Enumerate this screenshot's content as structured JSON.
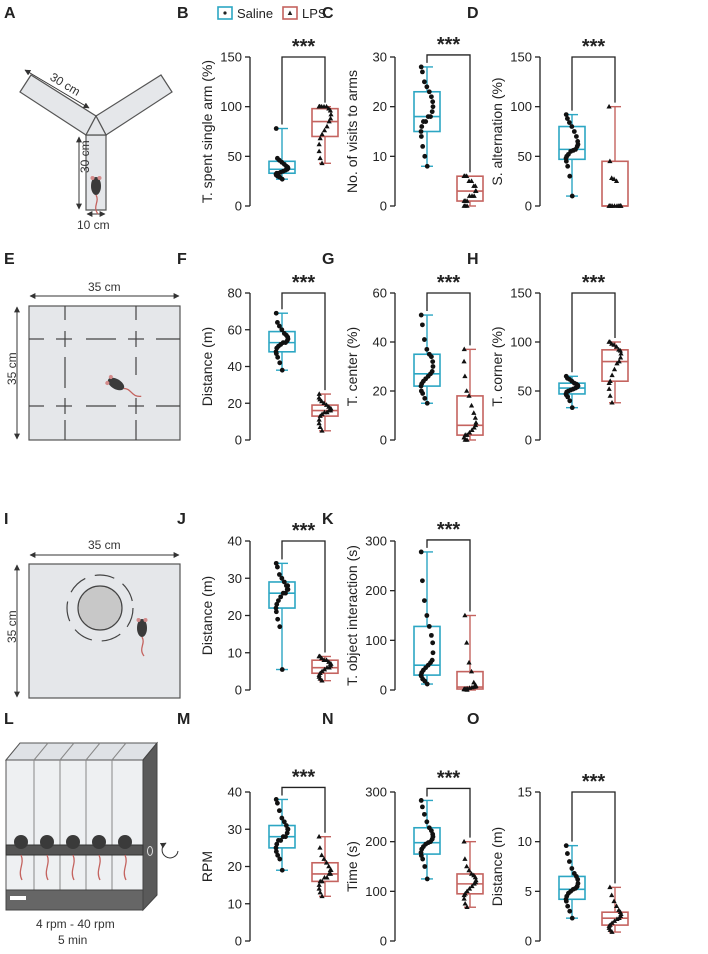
{
  "legend": {
    "saline": "Saline",
    "lps": "LPS",
    "saline_color": "#2ca6c3",
    "lps_color": "#c4635f",
    "saline_marker": "circle",
    "lps_marker": "triangle"
  },
  "diagrams": {
    "ymaze": {
      "label": "A",
      "arm_length": "30 cm",
      "stem_length": "30 cm",
      "arm_width": "10 cm"
    },
    "openfield": {
      "label": "E",
      "width": "35 cm",
      "height": "35 cm"
    },
    "object": {
      "label": "I",
      "width": "35 cm",
      "height": "35 cm"
    },
    "rotarod": {
      "label": "L",
      "speed": "4 rpm - 40 rpm",
      "duration": "5 min"
    }
  },
  "chart_data": [
    {
      "label": "B",
      "type": "box",
      "ylabel": "T. spent single arm (%)",
      "ylim": [
        0,
        150
      ],
      "yticks": [
        0,
        50,
        100,
        150
      ],
      "significance": "***",
      "series": [
        {
          "name": "Saline",
          "min": 27,
          "q1": 33,
          "median": 37,
          "q3": 45,
          "max": 78,
          "points": [
            27,
            29,
            30,
            31,
            32,
            33,
            33,
            34,
            35,
            36,
            37,
            38,
            39,
            40,
            42,
            44,
            46,
            48,
            78
          ]
        },
        {
          "name": "LPS",
          "min": 43,
          "q1": 70,
          "median": 85,
          "q3": 98,
          "max": 100,
          "points": [
            43,
            48,
            55,
            62,
            68,
            72,
            76,
            80,
            85,
            88,
            92,
            96,
            98,
            100,
            100,
            100,
            100,
            100,
            100
          ]
        }
      ]
    },
    {
      "label": "C",
      "type": "box",
      "ylabel": "No. of visits to arms",
      "ylim": [
        0,
        30
      ],
      "yticks": [
        0,
        10,
        20,
        30
      ],
      "significance": "***",
      "series": [
        {
          "name": "Saline",
          "min": 8,
          "q1": 15,
          "median": 18,
          "q3": 23,
          "max": 28,
          "points": [
            8,
            10,
            12,
            14,
            15,
            16,
            17,
            17,
            18,
            18,
            19,
            20,
            21,
            22,
            23,
            24,
            25,
            27,
            28
          ]
        },
        {
          "name": "LPS",
          "min": 0,
          "q1": 1,
          "median": 3,
          "q3": 6,
          "max": 6,
          "points": [
            0,
            0,
            0,
            1,
            1,
            1,
            2,
            2,
            2,
            3,
            3,
            4,
            4,
            5,
            5,
            6,
            6,
            6
          ]
        }
      ]
    },
    {
      "label": "D",
      "type": "box",
      "ylabel": "S. alternation (%)",
      "ylim": [
        0,
        150
      ],
      "yticks": [
        0,
        50,
        100,
        150
      ],
      "significance": "***",
      "series": [
        {
          "name": "Saline",
          "min": 10,
          "q1": 47,
          "median": 57,
          "q3": 80,
          "max": 92,
          "points": [
            10,
            30,
            40,
            45,
            48,
            50,
            52,
            55,
            56,
            57,
            60,
            62,
            65,
            70,
            75,
            80,
            84,
            88,
            92
          ]
        },
        {
          "name": "LPS",
          "min": 0,
          "q1": 0,
          "median": 0,
          "q3": 45,
          "max": 100,
          "points": [
            0,
            0,
            0,
            0,
            0,
            0,
            0,
            0,
            0,
            0,
            0,
            0,
            0,
            25,
            27,
            28,
            45,
            100
          ]
        }
      ]
    },
    {
      "label": "F",
      "type": "box",
      "ylabel": "Distance (m)",
      "ylim": [
        0,
        80
      ],
      "yticks": [
        0,
        20,
        40,
        60,
        80
      ],
      "significance": "***",
      "series": [
        {
          "name": "Saline",
          "min": 38,
          "q1": 48,
          "median": 53,
          "q3": 59,
          "max": 69,
          "points": [
            38,
            42,
            45,
            47,
            48,
            50,
            51,
            52,
            53,
            53,
            54,
            55,
            56,
            57,
            58,
            60,
            62,
            64,
            69
          ]
        },
        {
          "name": "LPS",
          "min": 5,
          "q1": 13,
          "median": 16,
          "q3": 19,
          "max": 25,
          "points": [
            5,
            7,
            9,
            11,
            13,
            14,
            15,
            15,
            16,
            16,
            17,
            17,
            18,
            19,
            20,
            21,
            22,
            23,
            25
          ]
        }
      ]
    },
    {
      "label": "G",
      "type": "box",
      "ylabel": "T. center (%)",
      "ylim": [
        0,
        60
      ],
      "yticks": [
        0,
        20,
        40,
        60
      ],
      "significance": "***",
      "series": [
        {
          "name": "Saline",
          "min": 15,
          "q1": 22,
          "median": 27,
          "q3": 35,
          "max": 51,
          "points": [
            15,
            17,
            19,
            20,
            22,
            23,
            24,
            25,
            26,
            27,
            28,
            30,
            32,
            34,
            35,
            37,
            41,
            47,
            51
          ]
        },
        {
          "name": "LPS",
          "min": 0,
          "q1": 2,
          "median": 6,
          "q3": 18,
          "max": 37,
          "points": [
            0,
            0,
            1,
            1,
            2,
            2,
            3,
            4,
            5,
            6,
            7,
            9,
            11,
            14,
            18,
            20,
            26,
            32,
            37
          ]
        }
      ]
    },
    {
      "label": "H",
      "type": "box",
      "ylabel": "T. corner (%)",
      "ylim": [
        0,
        150
      ],
      "yticks": [
        0,
        50,
        100,
        150
      ],
      "significance": "***",
      "series": [
        {
          "name": "Saline",
          "min": 33,
          "q1": 47,
          "median": 53,
          "q3": 58,
          "max": 65,
          "points": [
            33,
            40,
            44,
            46,
            47,
            49,
            50,
            51,
            52,
            53,
            54,
            55,
            56,
            57,
            58,
            60,
            62,
            63,
            65
          ]
        },
        {
          "name": "LPS",
          "min": 38,
          "q1": 60,
          "median": 80,
          "q3": 92,
          "max": 100,
          "points": [
            38,
            45,
            52,
            58,
            60,
            66,
            72,
            78,
            80,
            84,
            88,
            91,
            92,
            95,
            97,
            98,
            100,
            100
          ]
        }
      ]
    },
    {
      "label": "J",
      "type": "box",
      "ylabel": "Distance (m)",
      "ylim": [
        0,
        40
      ],
      "yticks": [
        0,
        10,
        20,
        30,
        40
      ],
      "significance": "***",
      "series": [
        {
          "name": "Saline",
          "min": 5.5,
          "q1": 22,
          "median": 26,
          "q3": 29,
          "max": 34,
          "points": [
            5.5,
            17,
            19,
            21,
            22,
            23,
            24,
            25,
            26,
            26,
            27,
            27,
            28,
            28,
            29,
            30,
            31,
            33,
            34
          ]
        },
        {
          "name": "LPS",
          "min": 2.5,
          "q1": 4.5,
          "median": 6,
          "q3": 8,
          "max": 9,
          "points": [
            2.5,
            3,
            3.5,
            4,
            4.5,
            5,
            5.5,
            6,
            6,
            6.5,
            7,
            7,
            7.5,
            8,
            8,
            8.5,
            9,
            9
          ]
        }
      ]
    },
    {
      "label": "K",
      "type": "box",
      "ylabel": "T. object interaction (s)",
      "ylim": [
        0,
        300
      ],
      "yticks": [
        0,
        100,
        200,
        300
      ],
      "significance": "***",
      "series": [
        {
          "name": "Saline",
          "min": 12,
          "q1": 30,
          "median": 50,
          "q3": 128,
          "max": 278,
          "points": [
            12,
            18,
            22,
            28,
            30,
            35,
            40,
            45,
            50,
            55,
            60,
            75,
            95,
            110,
            128,
            150,
            180,
            220,
            278
          ]
        },
        {
          "name": "LPS",
          "min": 0,
          "q1": 2,
          "median": 6,
          "q3": 37,
          "max": 150,
          "points": [
            0,
            1,
            1,
            2,
            2,
            3,
            4,
            5,
            6,
            7,
            8,
            10,
            15,
            37,
            55,
            95,
            150
          ]
        }
      ]
    },
    {
      "label": "M",
      "type": "box",
      "ylabel": "RPM",
      "ylim": [
        0,
        40
      ],
      "yticks": [
        0,
        10,
        20,
        30,
        40
      ],
      "significance": "***",
      "series": [
        {
          "name": "Saline",
          "min": 19,
          "q1": 25,
          "median": 28,
          "q3": 31,
          "max": 38,
          "points": [
            19,
            22,
            23,
            24,
            25,
            26,
            27,
            27,
            28,
            28,
            29,
            30,
            30,
            31,
            32,
            33,
            35,
            37,
            38
          ]
        },
        {
          "name": "LPS",
          "min": 12,
          "q1": 16,
          "median": 18,
          "q3": 21,
          "max": 28,
          "points": [
            12,
            13,
            14,
            15,
            16,
            16,
            17,
            17,
            18,
            18,
            19,
            19,
            20,
            21,
            22,
            23,
            25,
            28
          ]
        }
      ]
    },
    {
      "label": "N",
      "type": "box",
      "ylabel": "Time (s)",
      "ylim": [
        0,
        300
      ],
      "yticks": [
        0,
        100,
        200,
        300
      ],
      "significance": "***",
      "series": [
        {
          "name": "Saline",
          "min": 125,
          "q1": 175,
          "median": 198,
          "q3": 228,
          "max": 283,
          "points": [
            125,
            150,
            165,
            172,
            178,
            185,
            190,
            195,
            198,
            200,
            205,
            210,
            215,
            222,
            228,
            240,
            255,
            270,
            283
          ]
        },
        {
          "name": "LPS",
          "min": 68,
          "q1": 95,
          "median": 115,
          "q3": 135,
          "max": 200,
          "points": [
            68,
            75,
            85,
            92,
            95,
            100,
            105,
            110,
            115,
            118,
            122,
            128,
            132,
            135,
            142,
            150,
            165,
            200
          ]
        }
      ]
    },
    {
      "label": "O",
      "type": "box",
      "ylabel": "Distance (m)",
      "ylim": [
        0,
        15
      ],
      "yticks": [
        0,
        5,
        10,
        15
      ],
      "significance": "***",
      "series": [
        {
          "name": "Saline",
          "min": 2.3,
          "q1": 4.2,
          "median": 5.2,
          "q3": 6.5,
          "max": 9.6,
          "points": [
            2.3,
            3,
            3.5,
            4,
            4.2,
            4.5,
            4.8,
            5,
            5.2,
            5.3,
            5.5,
            5.8,
            6.2,
            6.5,
            6.8,
            7.3,
            8,
            8.8,
            9.6
          ]
        },
        {
          "name": "LPS",
          "min": 0.9,
          "q1": 1.6,
          "median": 2.3,
          "q3": 2.9,
          "max": 5.4,
          "points": [
            0.9,
            1.1,
            1.3,
            1.5,
            1.6,
            1.8,
            2,
            2.2,
            2.3,
            2.5,
            2.7,
            2.9,
            3.1,
            3.5,
            4,
            4.6,
            5.4
          ]
        }
      ]
    }
  ]
}
